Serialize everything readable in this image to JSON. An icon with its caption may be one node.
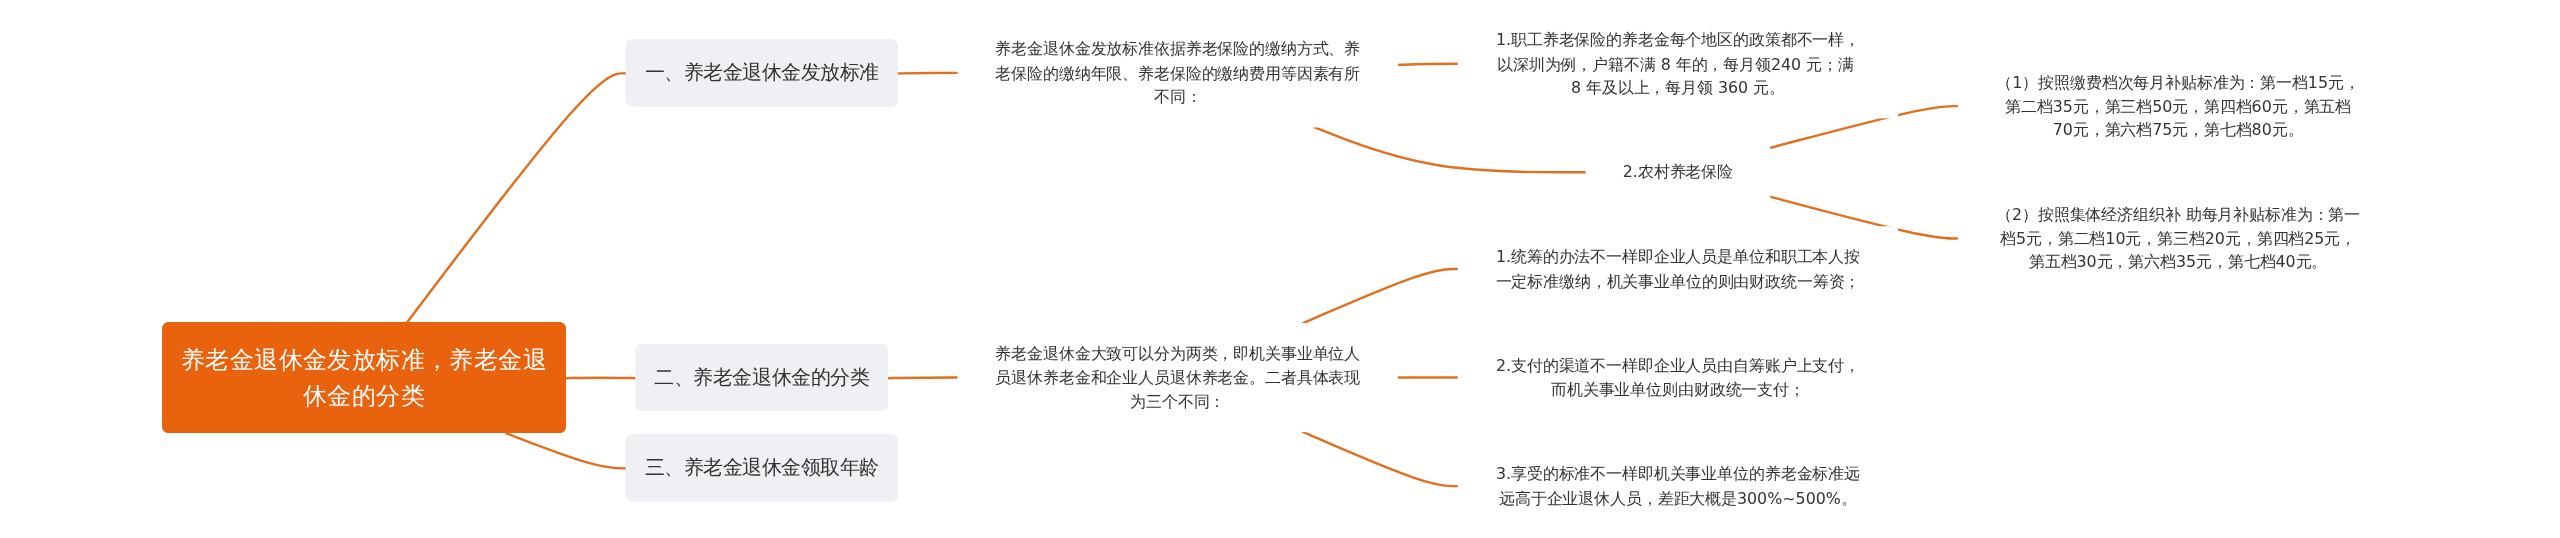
{
  "diagram": {
    "nodes": [
      {
        "text": [
          "养老金退休金发放标准，养老金退休金的分类"
        ]
      },
      {
        "text": [
          "一、养老金退休金发放标准"
        ]
      },
      {
        "text": [
          "养老金退休金发放标准依据养老保险的缴纳方式、养老保险的缴纳年限、养老保险的缴纳费用等因素有所不同："
        ]
      },
      {
        "text": [
          "1.职工养老保险的养老金每个地区的政策都不一样，以深圳为例，户籍不满 8 年的，每月领240 元；满 8 年及以上，每月领 360 元。"
        ]
      },
      {
        "text": [
          "2.农村养老保险"
        ]
      },
      {
        "text": [
          "（1）按照缴费档次每月补贴标准为：第一档15元，第二档35元，第三档50元，第四档60元，第五档70元，第六档75元，第七档80元。"
        ]
      },
      {
        "text": [
          "（2）按照集体经济组织补 助每月补贴标准为：第一档5元，第二档10元，第三档20元，第四档25元，第五档30元，第六档35元，第七档40元。"
        ]
      },
      {
        "text": [
          "二、养老金退休金的分类"
        ]
      },
      {
        "text": [
          "养老金退休金大致可以分为两类，即机关事业单位人员退休养老金和企业人员退休养老金。二者具体表现为三个不同："
        ]
      },
      {
        "text": [
          "1.统筹的办法不一样即企业人员是单位和职工本人按一定标准缴纳，机关事业单位的则由财政统一筹资；"
        ]
      },
      {
        "text": [
          "2.支付的渠道不一样即企业人员由自筹账户上支付，而机关事业单位则由财政统一支付；"
        ]
      },
      {
        "text": [
          "3.享受的标准不一样即机关事业单位的养老金标准远远高于企业退休人员，差距大概是300%~500%。"
        ]
      },
      {
        "text": [
          "三、养老金退休金领取年龄"
        ]
      }
    ],
    "edges": [
      {
        "from": 0,
        "to": 1,
        "arrow": "none"
      },
      {
        "from": 1,
        "to": 2,
        "arrow": "none"
      },
      {
        "from": 2,
        "to": 3,
        "arrow": "none"
      },
      {
        "from": 2,
        "to": 4,
        "arrow": "none"
      },
      {
        "from": 4,
        "to": 5,
        "arrow": "none"
      },
      {
        "from": 4,
        "to": 6,
        "arrow": "none"
      },
      {
        "from": 0,
        "to": 7,
        "arrow": "none"
      },
      {
        "from": 7,
        "to": 8,
        "arrow": "none"
      },
      {
        "from": 8,
        "to": 9,
        "arrow": "none"
      },
      {
        "from": 8,
        "to": 10,
        "arrow": "none"
      },
      {
        "from": 8,
        "to": 11,
        "arrow": "none"
      },
      {
        "from": 0,
        "to": 12,
        "arrow": "none"
      }
    ]
  }
}
